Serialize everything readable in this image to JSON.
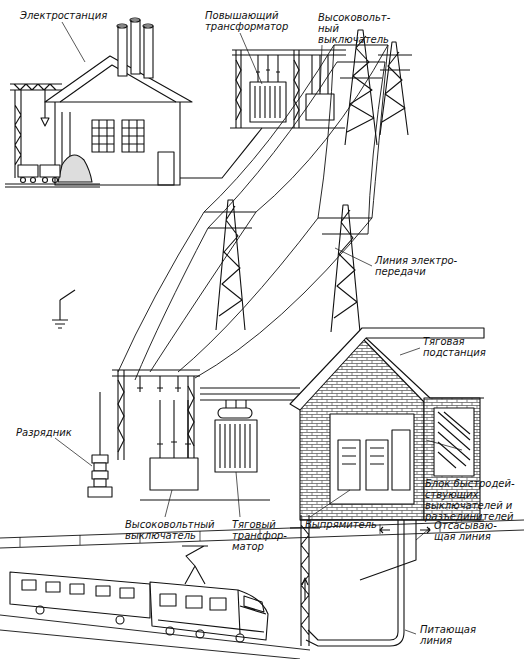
{
  "diagram": {
    "labels": [
      "Электростанция",
      "Повышающий трансформатор",
      "Высоковольт- ный выключатель",
      "Линия электро- передачи",
      "Тяговая подстанция",
      "Разрядник",
      "Блок быстродей- ствующих выключателей и разъединителей",
      "Высоковольтный выключатель",
      "Тяговый трансфор- матор",
      "Выпрямитель",
      "Отсасываю- щая линия",
      "Питающая линия"
    ]
  }
}
